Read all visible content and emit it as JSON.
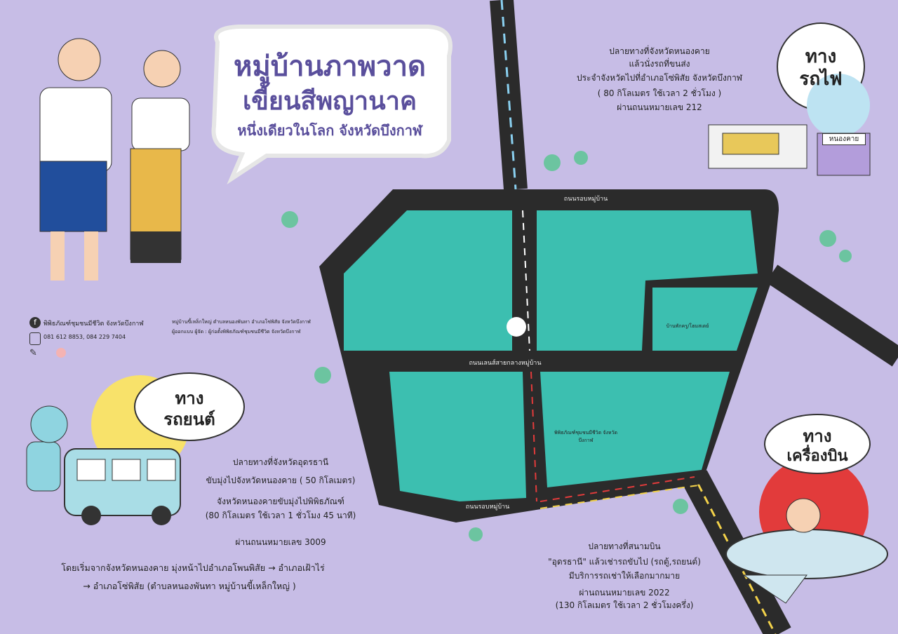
{
  "title": {
    "line1": "หมู่บ้านภาพวาด",
    "line2": "เขี้ยนสีพญานาค",
    "line3": "หนึ่งเดียวในโลก  จังหวัดบึงกาฬ"
  },
  "train": {
    "badge1": "ทาง",
    "badge2": "รถไฟ",
    "desc": [
      "ปลายทางที่จังหวัดหนองคาย",
      "แล้วนั่งรถที่ขนส่ง",
      "ประจำจังหวัดไปที่อำเภอโซ่พิสัย จังหวัดบึงกาฬ",
      "( 80 กิโลเมตร ใช้เวลา 2 ชั่วโมง )",
      "ผ่านถนนหมายเลข 212"
    ],
    "station_sign": "หนองคาย"
  },
  "car": {
    "badge1": "ทาง",
    "badge2": "รถยนต์",
    "desc": [
      "ปลายทางที่จังหวัดอุดรธานี",
      "ขับมุ่งไปจังหวัดหนองคาย  ( 50 กิโลเมตร)",
      "จังหวัดหนองคายขับมุ่งไปพิพิธภัณฑ์",
      "(80 กิโลเมตร ใช้เวลา 1 ชั่วโมง 45 นาที)",
      "ผ่านถนนหมายเลข   3009"
    ],
    "route": [
      "โดยเริ่มจากจังหวัดหนองคาย มุ่งหน้าไปอำเภอโพนพิสัย  →  อำเภอเฝ้าไร่",
      "→  อำเภอโซ่พิสัย  (ตำบลหนองพันทา หมู่บ้านขี้เหล็กใหญ่ )"
    ]
  },
  "plane": {
    "badge1": "ทาง",
    "badge2": "เครื่องบิน",
    "desc": [
      "ปลายทางที่สนามบิน",
      "\"อุดรธานี\" แล้วเช่ารถขับไป  (รถตู้,รถยนต์)",
      "มีบริการรถเช่าให้เลือกมากมาย",
      "ผ่านถนนหมายเลข 2022",
      "(130  กิโลเมตร ใช้เวลา 2 ชั่วโมงครึ่ง)"
    ]
  },
  "roads": {
    "top": "ถนนรอบหมู่บ้าน",
    "middle": "ถนนเลนส์สายกลางหมู่บ้าน",
    "bottom": "ถนนรอบหมู่บ้าน"
  },
  "contact": {
    "facebook": "พิพิธภัณฑ์ชุมชนมีชีวิต จังหวัดบึงกาฬ",
    "phone": "081 612 8853, 084 229 7404",
    "address1": "หมู่บ้านขี้เหล็กใหญ่  ตำบลหนองพันทา  อำเภอโซ่พิสัย  จังหวัดบึงกาฬ",
    "address2": "ผู้ออกแบบ  ผู้จัด  :  ผู้ก่อตั้งพิพิธภัณฑ์ชุมชนมีชีวิต  จังหวัดบึงกาฬ"
  },
  "block_labels": {
    "museum": "พิพิธภัณฑ์ชุมชนมีชีวิต จังหวัดบึงกาฬ",
    "small_house": "บ้านพักครู/โฮมสเตย์"
  },
  "colors": {
    "background": "#c7bde6",
    "road": "#2b2b2b",
    "block": "#3cbfb0",
    "title": "#5a4f9c",
    "badge_border": "#333333"
  },
  "icons": [
    "facebook-icon",
    "phone-icon",
    "pen-icon",
    "location-pin-icon",
    "tree-icon"
  ]
}
